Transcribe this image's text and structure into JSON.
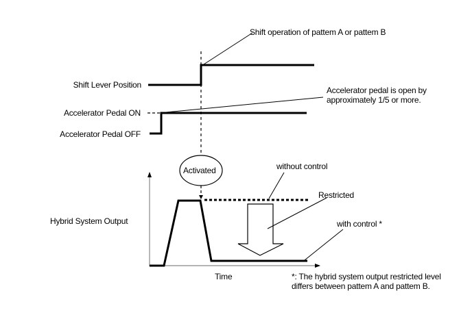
{
  "signals": {
    "shift_lever": "Shift Lever Position",
    "accel_on": "Accelerator Pedal ON",
    "accel_off": "Accelerator Pedal OFF",
    "hybrid_output": "Hybrid System Output"
  },
  "annotations": {
    "shift_operation": "Shift operation of pattem A or pattem B",
    "accel_open_line1": "Accelerator pedal is open by",
    "accel_open_line2": "approximately 1/5 or more.",
    "activated": "Activated",
    "without_control": "without control",
    "restricted": "Restricted",
    "with_control": "with control *"
  },
  "axes": {
    "x_label": "Time"
  },
  "footnote": {
    "line1": "*: The hybrid system output restricted level",
    "line2": "differs between pattem A and pattem B."
  }
}
